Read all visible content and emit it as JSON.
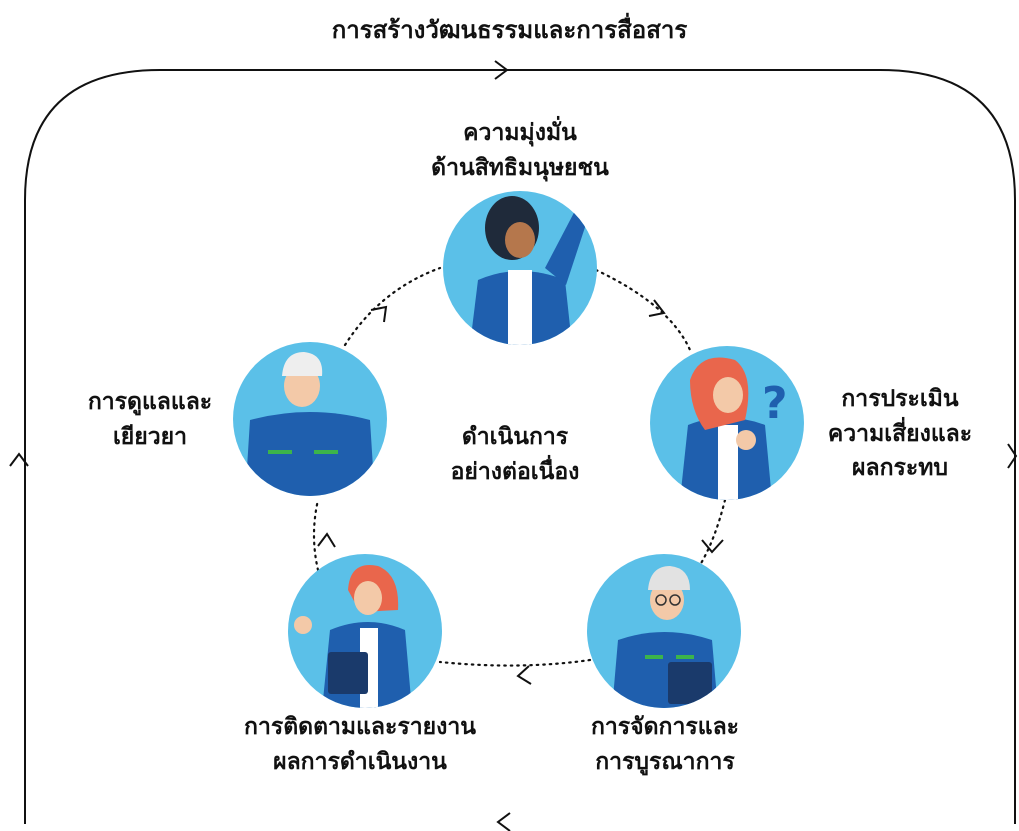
{
  "title": "การสร้างวัฒนธรรมและการสื่อสาร",
  "center": {
    "line1": "ดำเนินการ",
    "line2": "อย่างต่อเนื่อง"
  },
  "steps": {
    "commitment": {
      "line1": "ความมุ่งมั่น",
      "line2": "ด้านสิทธิมนุษยชน"
    },
    "assessment": {
      "line1": "การประเมิน",
      "line2": "ความเสี่ยงและ",
      "line3": "ผลกระทบ"
    },
    "management": {
      "line1": "การจัดการและ",
      "line2": "การบูรณาการ"
    },
    "monitoring": {
      "line1": "การติดตามและรายงาน",
      "line2": "ผลการดำเนินงาน"
    },
    "remedy": {
      "line1": "การดูแลและ",
      "line2": "เยียวยา"
    }
  },
  "colors": {
    "circle_bg": "#5bc0e8",
    "uniform": "#1f5fae",
    "uniform_dark": "#1a4a8f",
    "accent_green": "#3cb44b",
    "line": "#111111"
  }
}
